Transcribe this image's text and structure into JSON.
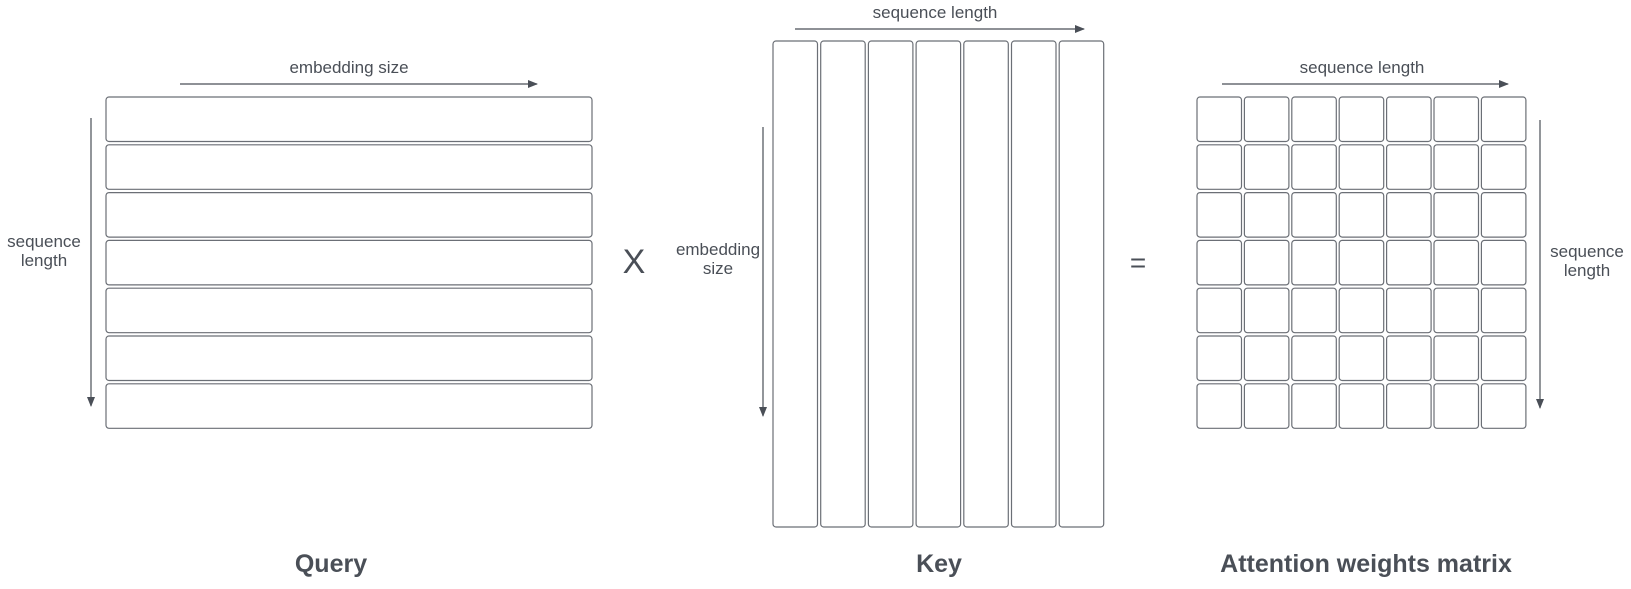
{
  "query": {
    "title": "Query",
    "top_label": "embedding size",
    "side_label_lines": [
      "sequence",
      "length"
    ],
    "rows": 7
  },
  "multiply_symbol": "X",
  "key": {
    "title": "Key",
    "top_label": "sequence length",
    "side_label_lines": [
      "embedding",
      "size"
    ],
    "columns": 7
  },
  "equals_symbol": "=",
  "attention": {
    "title": "Attention weights matrix",
    "top_label": "sequence length",
    "side_label_lines": [
      "sequence",
      "length"
    ],
    "rows": 7,
    "columns": 7
  },
  "colors": {
    "text": "#4a4f57",
    "cell_border": "#6b6f76",
    "background": "#ffffff"
  }
}
